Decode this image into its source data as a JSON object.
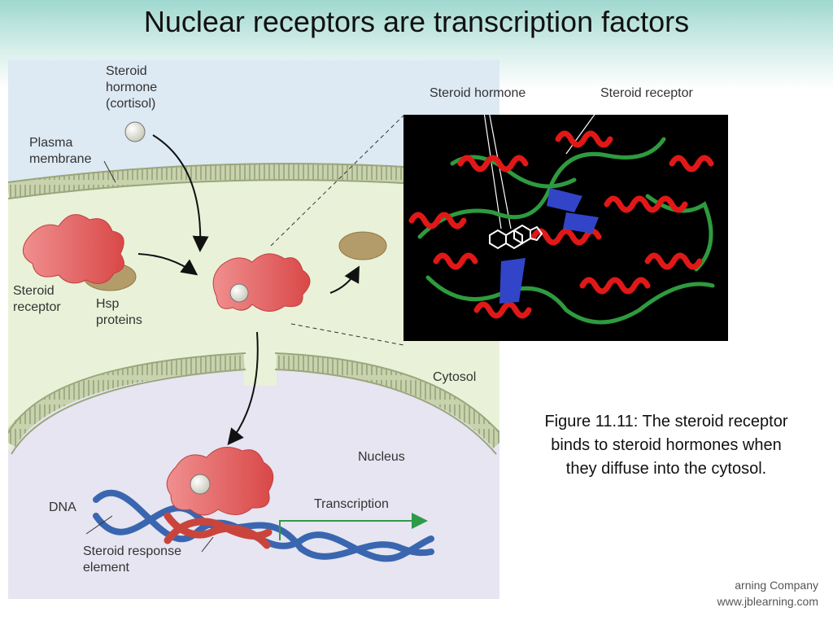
{
  "slide": {
    "title": "Nuclear receptors are transcription factors"
  },
  "figure": {
    "labels": {
      "steroid_hormone": "Steroid\nhormone\n(cortisol)",
      "plasma_membrane": "Plasma\nmembrane",
      "steroid_receptor": "Steroid\nreceptor",
      "hsp_proteins": "Hsp\nproteins",
      "cytosol": "Cytosol",
      "nucleus": "Nucleus",
      "dna": "DNA",
      "transcription": "Transcription",
      "steroid_response_element": "Steroid response\nelement"
    },
    "inset": {
      "steroid_hormone_label": "Steroid hormone",
      "steroid_receptor_label": "Steroid receptor"
    },
    "colors": {
      "extracellular": "#dde9f3",
      "cytosol": "#e9f2d8",
      "nucleus": "#e6e5f1",
      "membrane": "#b9c59d",
      "receptor": "#e86a6a",
      "hsp": "#b49c6a",
      "dna_blue": "#3a66b0",
      "dna_red": "#c9453c",
      "transcription_arrow": "#2f9a4a",
      "helix_red": "#e01818",
      "coil_green": "#2e9b3e",
      "sheet_blue": "#3245c8"
    }
  },
  "caption": "Figure 11.11: The steroid receptor binds to steroid hormones when they diffuse into the cytosol.",
  "credit": {
    "line1": "arning Company",
    "line2": "www.jblearning.com"
  }
}
